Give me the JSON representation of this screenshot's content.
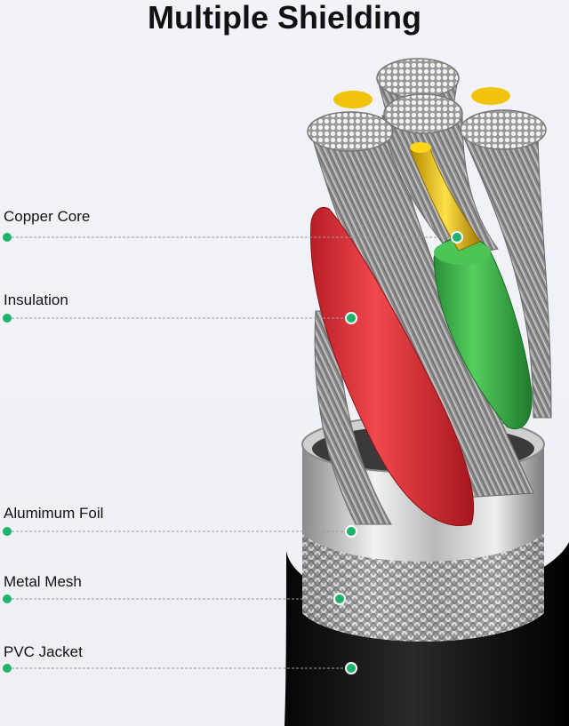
{
  "title": "Multiple Shielding",
  "colors": {
    "accent": "#1db36b",
    "leader": "#9a9a9a",
    "copper": "#e9c200",
    "insulation_red": "#e8333a",
    "insulation_green": "#39b54a",
    "jacket": "#111111",
    "foil": "#c9c9c9"
  },
  "callouts": [
    {
      "id": "copper-core",
      "label": "Copper Core",
      "icon": "green-dot"
    },
    {
      "id": "insulation",
      "label": "Insulation",
      "icon": "green-dot"
    },
    {
      "id": "aluminum-foil",
      "label": "Alumimum Foil",
      "icon": "green-dot"
    },
    {
      "id": "metal-mesh",
      "label": "Metal Mesh",
      "icon": "green-dot"
    },
    {
      "id": "pvc-jacket",
      "label": "PVC Jacket",
      "icon": "green-dot"
    }
  ]
}
